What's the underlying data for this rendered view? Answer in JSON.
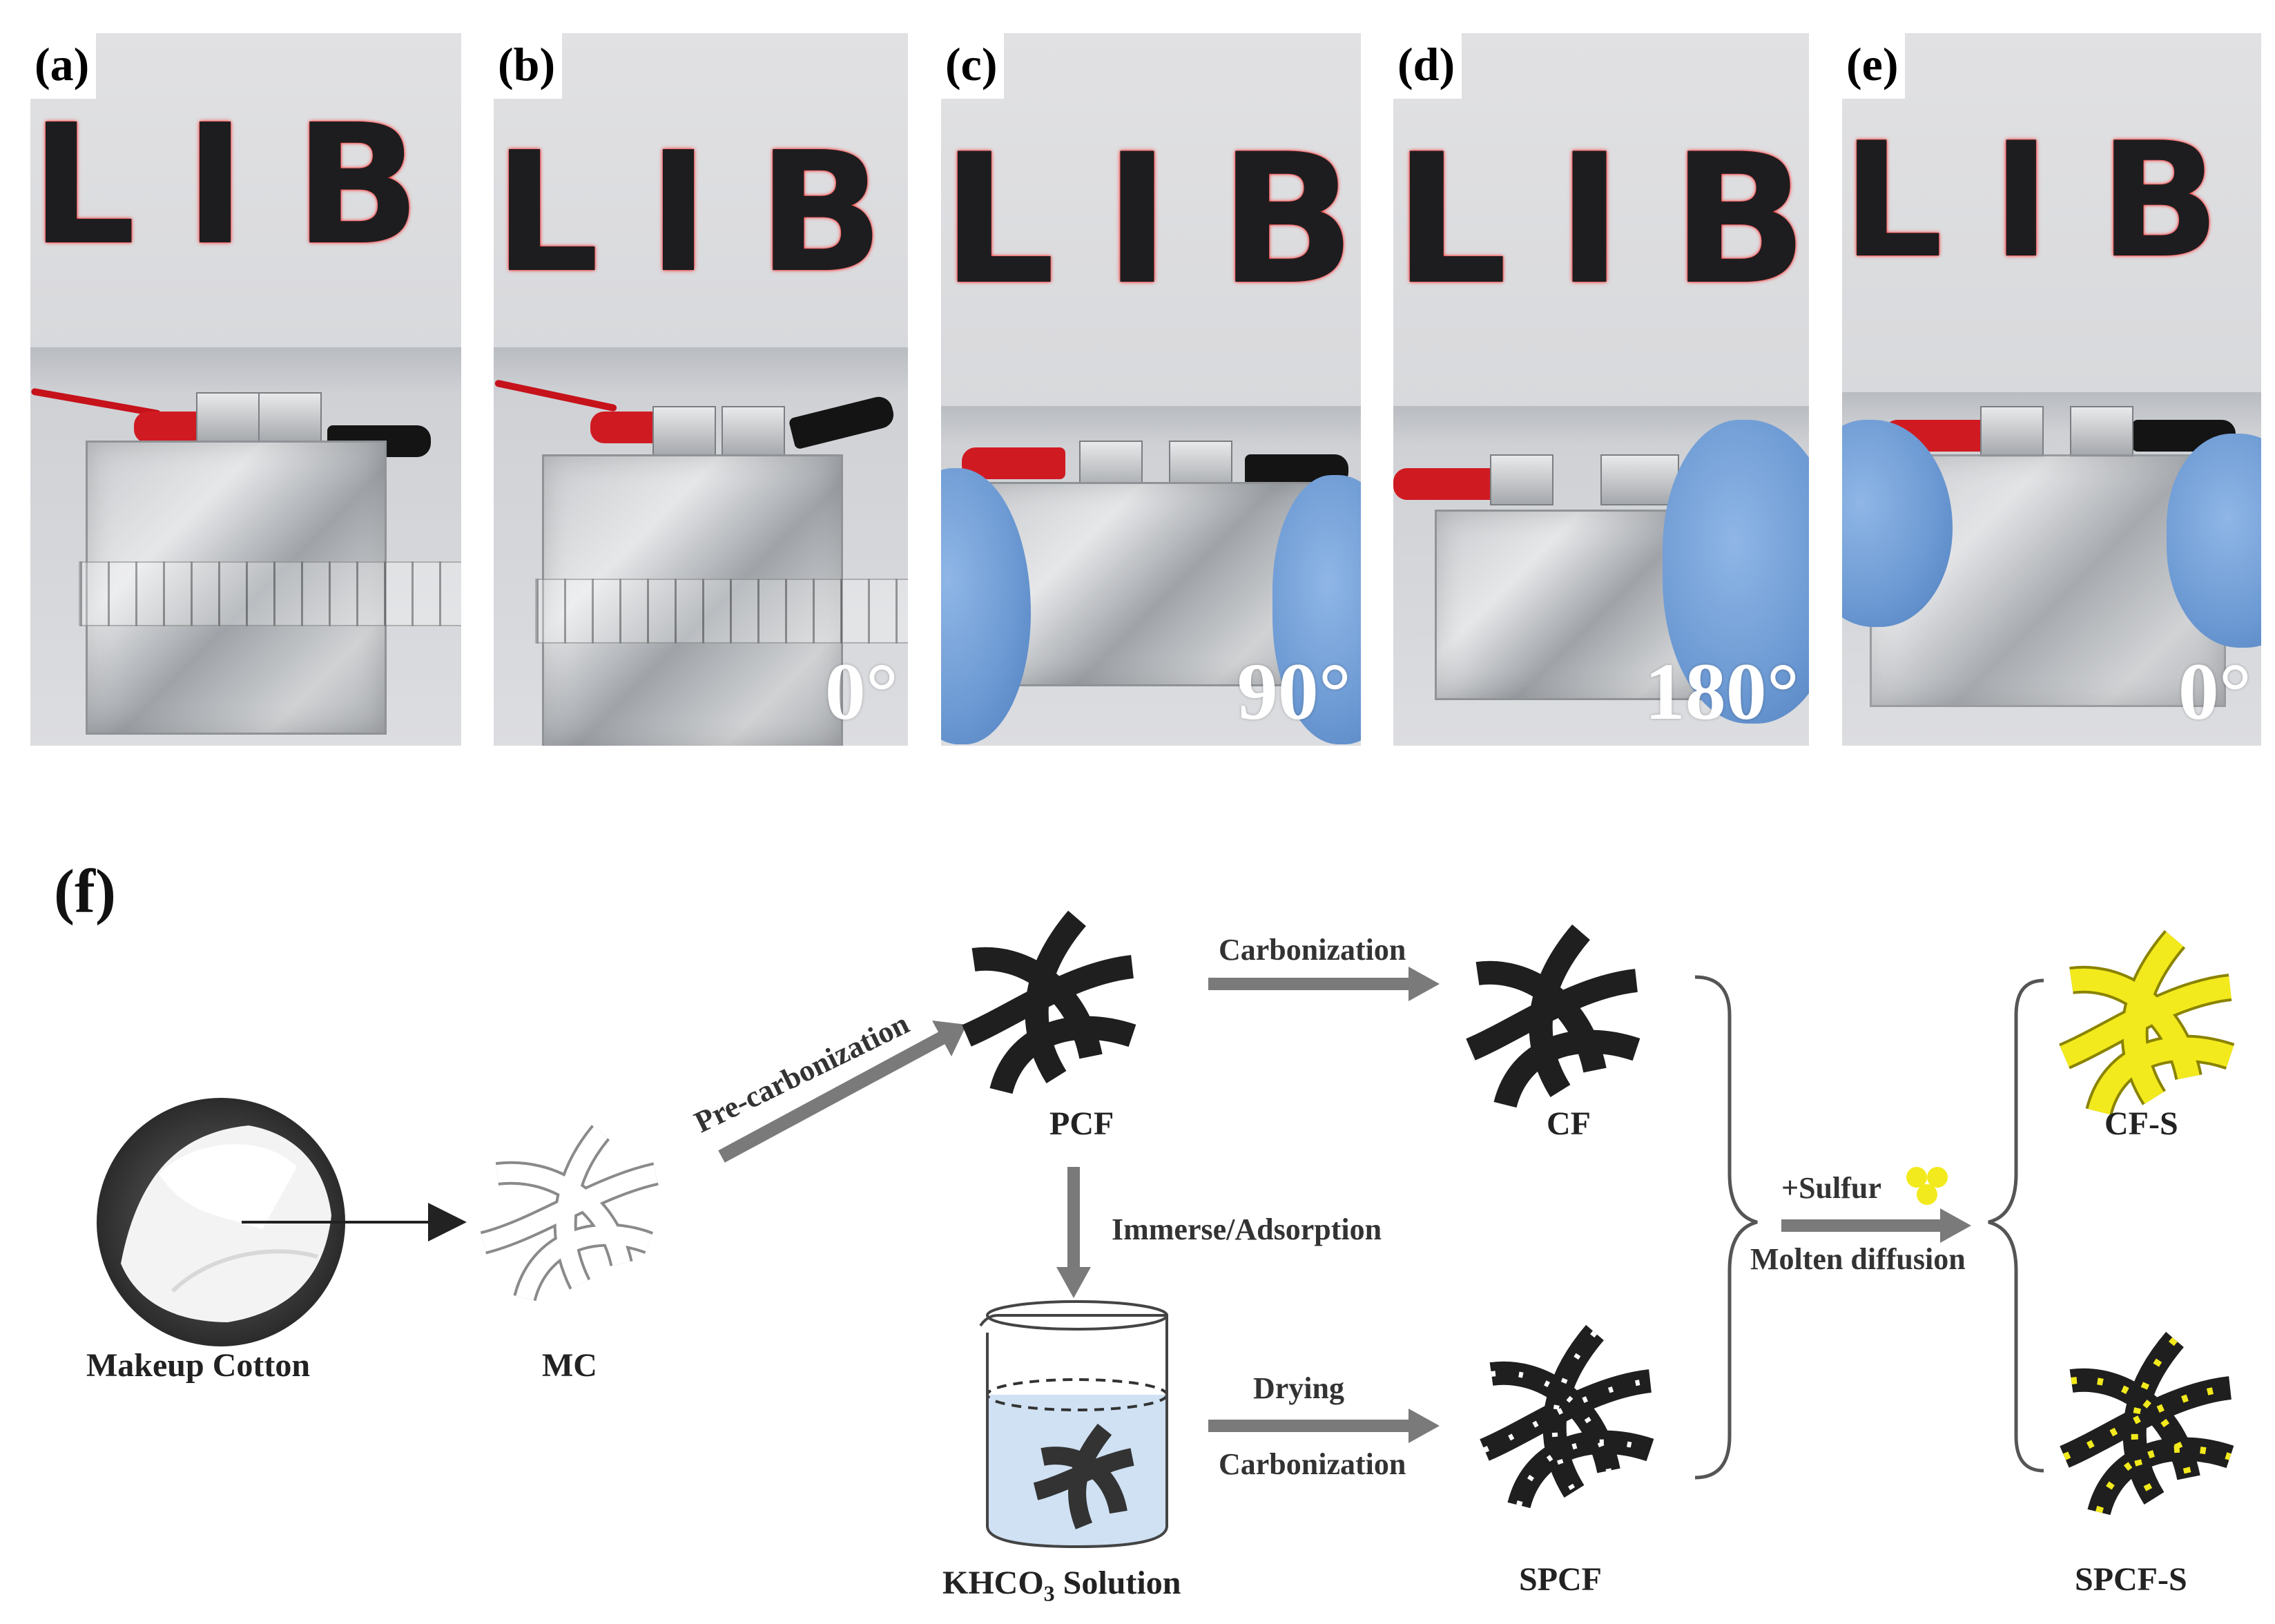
{
  "panels": [
    {
      "label": "(a)",
      "letters": "LIB",
      "angle": ""
    },
    {
      "label": "(b)",
      "letters": "LIB",
      "angle": "0°"
    },
    {
      "label": "(c)",
      "letters": "LIB",
      "angle": "90°"
    },
    {
      "label": "(d)",
      "letters": "LIB",
      "angle": "180°"
    },
    {
      "label": "(e)",
      "letters": "LIB",
      "angle": "0°"
    }
  ],
  "scheme": {
    "label": "(f)",
    "makeup_cotton": "Makeup Cotton",
    "mc": "MC",
    "pre_carbonization": "Pre-carbonization",
    "pcf": "PCF",
    "carbonization_top": "Carbonization",
    "cf": "CF",
    "immerse": "Immerse/Adsorption",
    "solution_prefix": "KHCO",
    "solution_sub": "3",
    "solution_suffix": " Solution",
    "drying": "Drying",
    "carbonization_bottom": "Carbonization",
    "spcf": "SPCF",
    "sulfur": "+Sulfur",
    "molten": "Molten diffusion",
    "cf_s": "CF-S",
    "spcf_s": "SPCF-S"
  },
  "colors": {
    "fiber_dark": "#1f1f1f",
    "fiber_white": "#ffffff",
    "sulfur_yellow": "#f2ea1c",
    "arrow_gray": "#7a7a7a",
    "solution_blue": "#cfe1f3",
    "glove_blue": "#6e9bd4",
    "led_red": "#ff2a2a"
  }
}
